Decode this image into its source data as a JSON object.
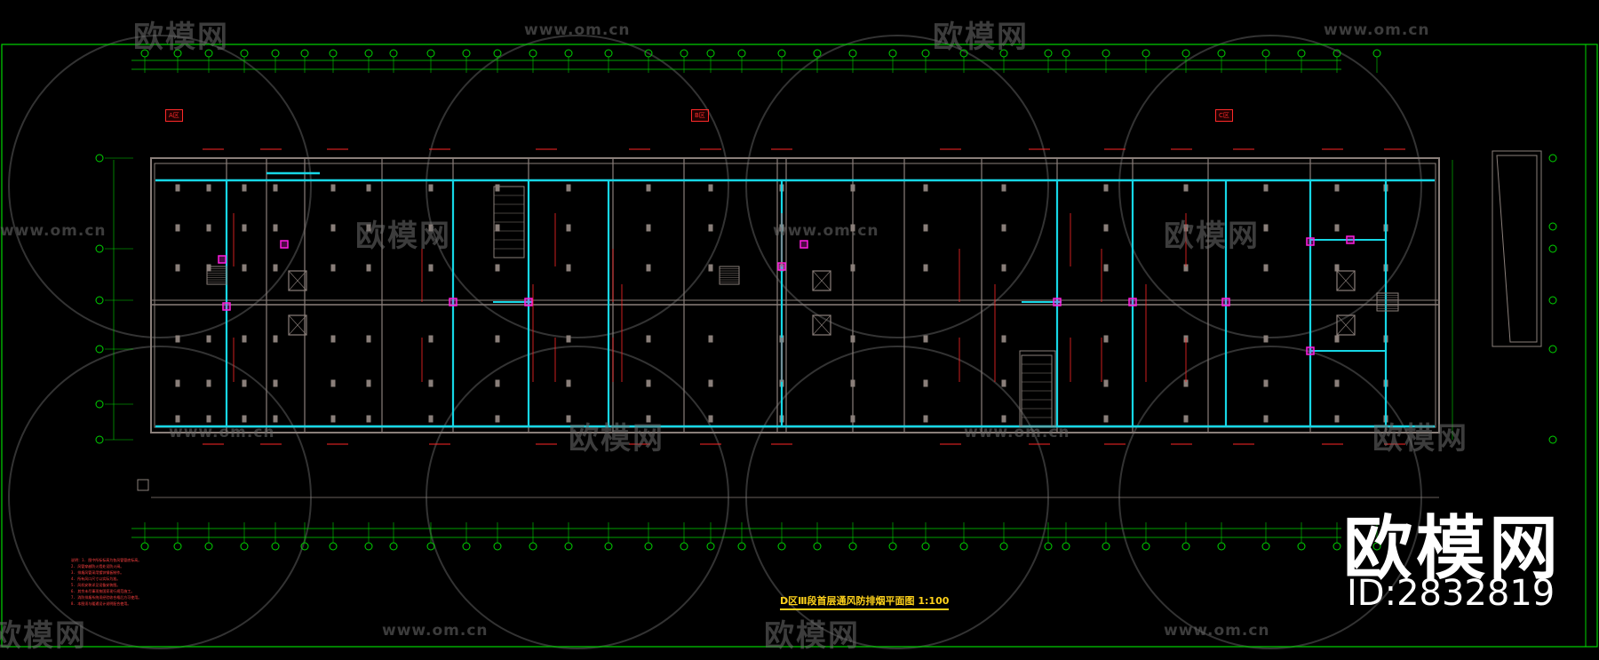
{
  "plan": {
    "title": "D区Ⅲ段首层通风防排烟平面图  1:100",
    "zone_tags": [
      "A区",
      "B区",
      "C区"
    ],
    "notes": [
      "说明：1. 图中所标标高为各风管管底标高。",
      "2. 风管穿越防火墙处设防火阀。",
      "3. 排烟风管采用镀锌钢板制作。",
      "4. 所有风口尺寸以实际为准。",
      "5. 风机安装详见设备安装图。",
      "6. 其余未尽事项按国家现行规范施工。",
      "7. 消防排烟系统须经验收合格后方可使用。",
      "8. 本图须与暖通设计说明配合使用。"
    ]
  },
  "watermark": {
    "brand": "欧模网",
    "url": "www.om.cn",
    "id_text": "ID:2832819"
  },
  "colors": {
    "background": "#000000",
    "grid_green": "#00d400",
    "wall_gray": "#8a7f7a",
    "duct_cyan": "#16d7e6",
    "annotation_red": "#ff2626",
    "annotation_magenta": "#ff1ee0",
    "label_yellow": "#ffd21a"
  }
}
